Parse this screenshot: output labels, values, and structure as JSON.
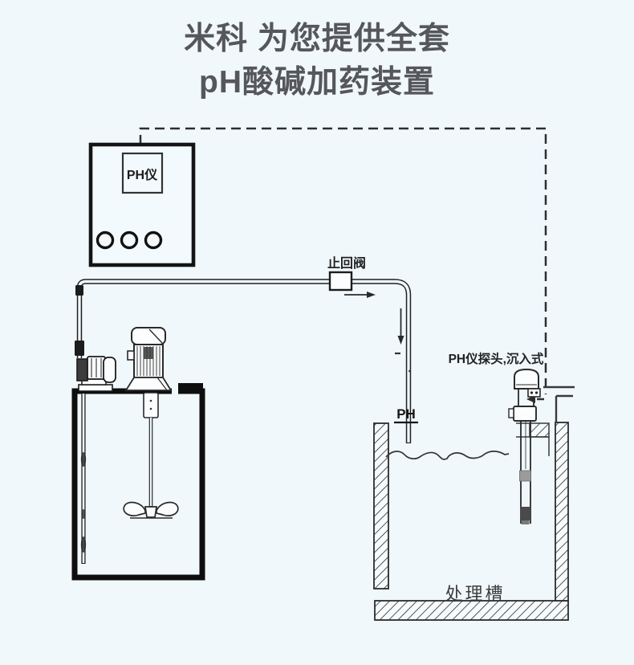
{
  "title": {
    "line1": "米科 为您提供全套",
    "line2": "pH酸碱加药装置"
  },
  "labels": {
    "controller": "PH仪",
    "check_valve": "止回阀",
    "dosing_pipe": "PH",
    "probe": "PH仪探头,沉入式",
    "treatment_tank": "处理槽"
  },
  "controller": {
    "knob_count": 3
  },
  "colors": {
    "background": "#f0f8fc",
    "line": "#1f1f1f",
    "title_text": "#56575b",
    "hatch": "#2b2b2b"
  }
}
